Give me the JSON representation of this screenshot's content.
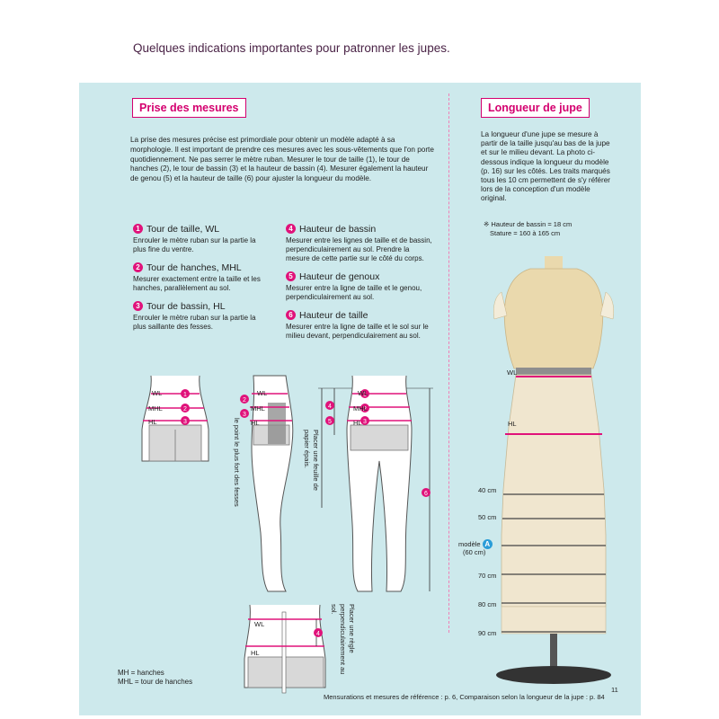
{
  "header": {
    "title": "Quelques indications importantes pour patronner les jupes."
  },
  "left": {
    "section_title": "Prise des mesures",
    "intro": "La prise des mesures précise est primordiale pour obtenir un modèle adapté à sa morphologie. Il est important de prendre ces mesures avec les sous-vêtements que l'on porte quotidiennement. Ne pas serrer le mètre ruban. Mesurer le tour de taille (1), le tour de hanches (2), le tour de bassin (3) et la hauteur de bassin (4). Mesurer également la hauteur de genou (5) et la hauteur de taille (6) pour ajuster la longueur du modèle.",
    "measures": [
      {
        "num": "1",
        "title": "Tour de taille, WL",
        "desc": "Enrouler le mètre ruban sur la partie la plus fine du ventre."
      },
      {
        "num": "2",
        "title": "Tour de hanches, MHL",
        "desc": "Mesurer exactement entre la taille et les hanches, parallèlement au sol."
      },
      {
        "num": "3",
        "title": "Tour de bassin, HL",
        "desc": "Enrouler le mètre ruban sur la partie la plus saillante des fesses."
      },
      {
        "num": "4",
        "title": "Hauteur de bassin",
        "desc": "Mesurer entre les lignes de taille et de bassin, perpendiculairement au sol. Prendre la mesure de cette partie sur le côté du corps."
      },
      {
        "num": "5",
        "title": "Hauteur de genoux",
        "desc": "Mesurer entre la ligne de taille et le genou, perpendiculairement au sol."
      },
      {
        "num": "6",
        "title": "Hauteur de taille",
        "desc": "Mesurer entre la ligne de taille et le sol sur le milieu devant, perpendiculairement au sol."
      }
    ],
    "figure_labels": {
      "wl": "WL",
      "mhl": "MHL",
      "hl": "HL"
    },
    "note_side": "le point le plus fort des fesses",
    "note_paper": "Placer une feuille de papier épais.",
    "note_ruler": "Placer une règle perpendiculairement au sol.",
    "legend_mh": "MH = hanches",
    "legend_mhl": "MHL = tour de hanches"
  },
  "right": {
    "section_title": "Longueur de jupe",
    "intro": "La longueur d'une jupe se mesure à partir de la taille jusqu'au bas de la jupe et sur le milieu devant. La photo ci-dessous indique la longueur du modèle (p. 16) sur les côtés. Les traits marqués tous les 10 cm permettent de s'y référer lors de la conception d'un modèle original.",
    "spec_line1": "※ Hauteur de bassin = 18 cm",
    "spec_line2": "Stature = 160 à 165 cm",
    "wl": "WL",
    "hl": "HL",
    "lengths": [
      "40 cm",
      "50 cm",
      "70 cm",
      "80 cm",
      "90 cm"
    ],
    "model_label": "modèle",
    "model_value": "(60 cm)"
  },
  "footer": {
    "ref": "Mensurations et mesures de référence : p. 6, Comparaison selon la longueur de la jupe : p. 84",
    "page": "11"
  },
  "colors": {
    "panel": "#cde9ec",
    "accent": "#e0127a",
    "title_text": "#4a2346",
    "fabric": "#f0e6cf"
  }
}
